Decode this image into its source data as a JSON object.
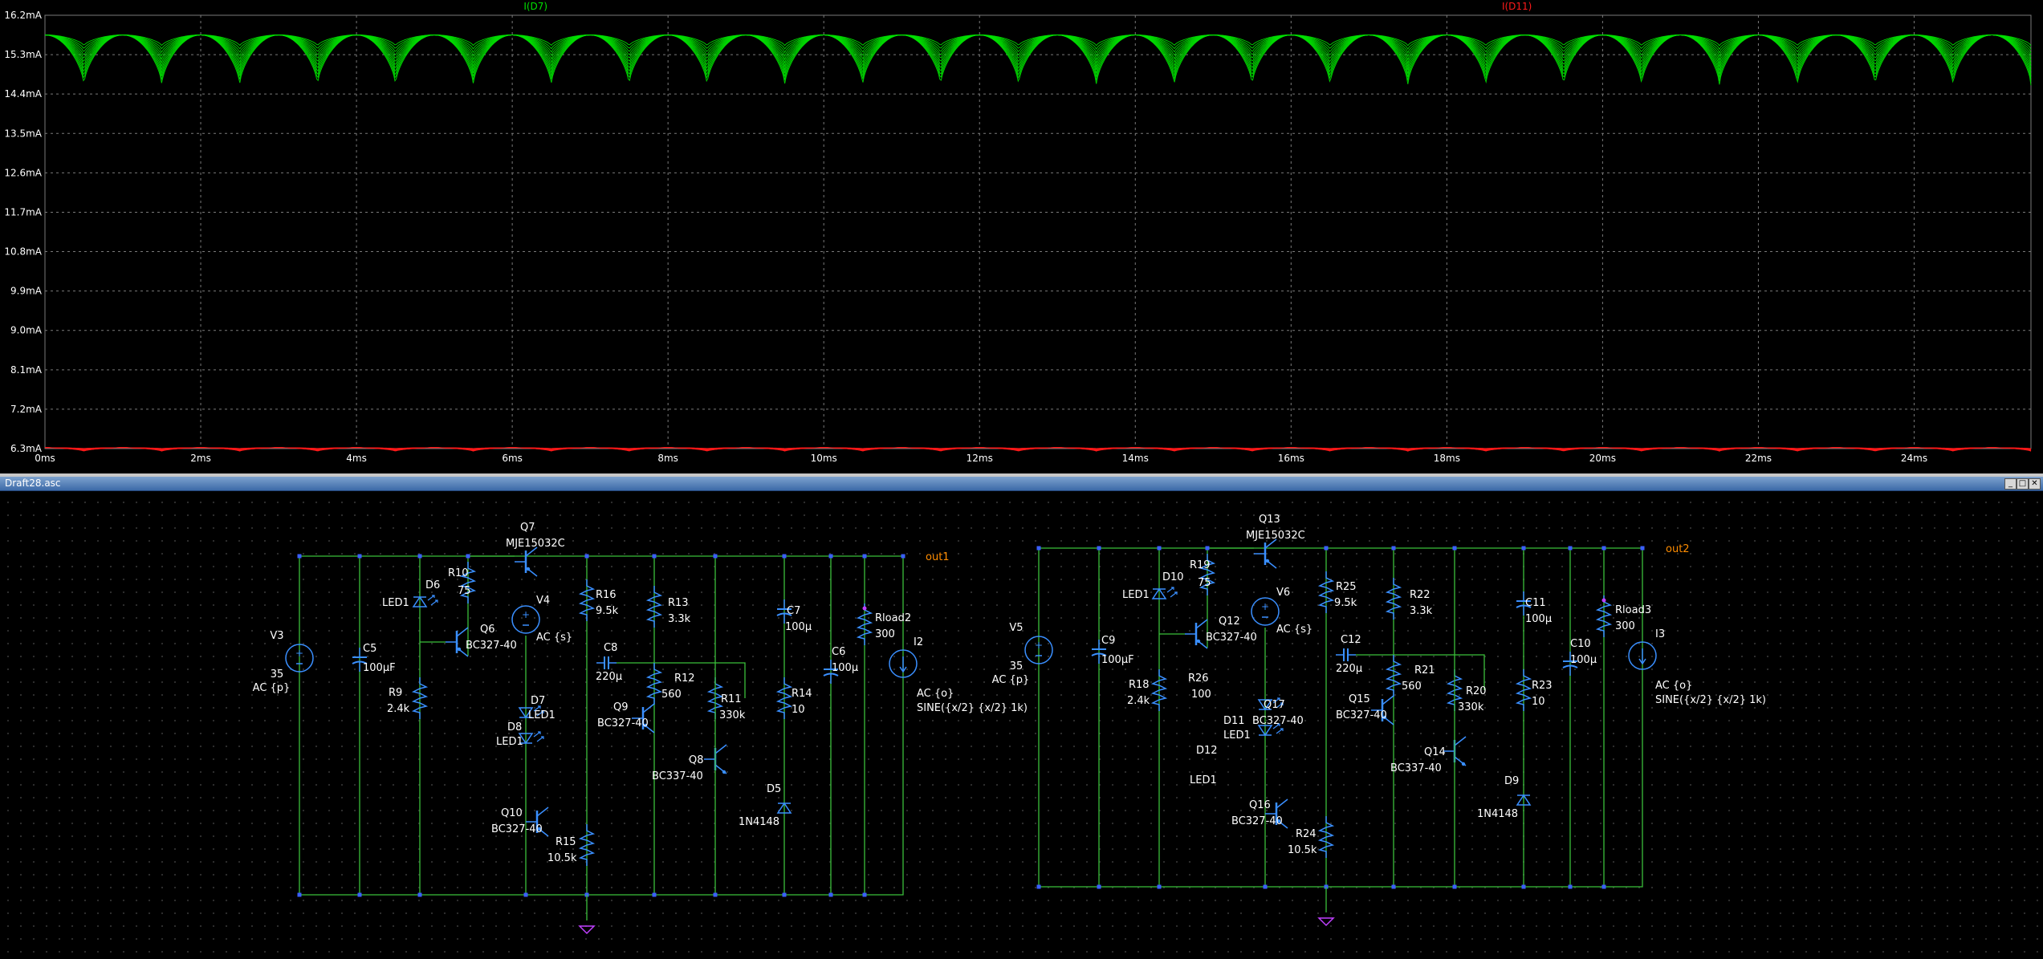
{
  "plot": {
    "traces": [
      {
        "label": "I(D7)",
        "color": "#00e000"
      },
      {
        "label": "I(D11)",
        "color": "#ff1a1a"
      }
    ],
    "y_ticks": [
      "16.2mA",
      "15.3mA",
      "14.4mA",
      "13.5mA",
      "12.6mA",
      "11.7mA",
      "10.8mA",
      "9.9mA",
      "9.0mA",
      "8.1mA",
      "7.2mA",
      "6.3mA"
    ],
    "x_ticks": [
      "0ms",
      "2ms",
      "4ms",
      "6ms",
      "8ms",
      "10ms",
      "12ms",
      "14ms",
      "16ms",
      "18ms",
      "20ms",
      "22ms",
      "24ms"
    ],
    "colors": {
      "background": "#000000",
      "grid": "#7a7a7a",
      "axis_text": "#ffffff"
    }
  },
  "chart_data": {
    "type": "line",
    "title": "",
    "xlabel": "",
    "ylabel": "",
    "x_unit": "ms",
    "y_unit": "mA",
    "xlim": [
      0,
      25.5
    ],
    "ylim": [
      6.3,
      16.2
    ],
    "grid": true,
    "ripple_period_ms": 1,
    "series": [
      {
        "name": "I(D7)",
        "color": "#00e000",
        "family_count": 12,
        "peak_mA": 15.75,
        "trough_min_mA": 14.6,
        "trough_max_mA": 15.5
      },
      {
        "name": "I(D11)",
        "color": "#ff1a1a",
        "family_count": 12,
        "peak_mA": 6.32,
        "trough_min_mA": 6.24,
        "trough_max_mA": 6.3
      }
    ]
  },
  "schematic_window": {
    "title": "Draft28.asc",
    "buttons": {
      "minimize": "_",
      "maximize": "□",
      "close": "✕"
    },
    "colors": {
      "wire": "#3bbf3b",
      "component": "#3a8fff",
      "label": "#ffffff",
      "net": "#ff8c00",
      "ground": "#c040ff",
      "junction": "#3a5fff"
    }
  },
  "circuit1": {
    "V3": [
      "V3",
      "35",
      "AC {p}"
    ],
    "C5": [
      "C5",
      "100µF"
    ],
    "R9": [
      "R9",
      "2.4k"
    ],
    "D6": [
      "D6",
      "LED1"
    ],
    "R10": [
      "R10",
      "75"
    ],
    "Q6": [
      "Q6",
      "BC327-40"
    ],
    "Q7": [
      "Q7",
      "MJE15032C"
    ],
    "V4": [
      "V4",
      "AC {s}"
    ],
    "D7": [
      "D7",
      "LED1"
    ],
    "D8": [
      "D8",
      "LED1"
    ],
    "Q10": [
      "Q10",
      "BC327-40"
    ],
    "R15": [
      "R15",
      "10.5k"
    ],
    "R16": [
      "R16",
      "9.5k"
    ],
    "C8": [
      "C8",
      "220µ"
    ],
    "Q9": [
      "Q9",
      "BC327-40"
    ],
    "R13": [
      "R13",
      "3.3k"
    ],
    "R12": [
      "R12",
      "560"
    ],
    "R11": [
      "R11",
      "330k"
    ],
    "Q8": [
      "Q8",
      "BC337-40"
    ],
    "C7": [
      "C7",
      "100µ"
    ],
    "R14": [
      "R14",
      "10"
    ],
    "D5": [
      "D5",
      "1N4148"
    ],
    "C6": [
      "C6",
      "100µ"
    ],
    "Rload2": [
      "Rload2",
      "300"
    ],
    "I2": [
      "I2",
      "AC {o}",
      "SINE({x/2} {x/2} 1k)"
    ],
    "net": "out1"
  },
  "circuit2": {
    "V5": [
      "V5",
      "35",
      "AC {p}"
    ],
    "C9": [
      "C9",
      "100µF"
    ],
    "R18": [
      "R18",
      "2.4k"
    ],
    "D10": [
      "D10",
      "LED1"
    ],
    "R19": [
      "R19",
      "75"
    ],
    "Q12": [
      "Q12",
      "BC327-40"
    ],
    "Q13": [
      "Q13",
      "MJE15032C"
    ],
    "V6": [
      "V6",
      "AC {s}"
    ],
    "R26": [
      "R26",
      "100"
    ],
    "D11": [
      "D11",
      "LED1"
    ],
    "D12": [
      "D12",
      "LED1"
    ],
    "Q17": [
      "Q17",
      "BC327-40"
    ],
    "Q16": [
      "Q16",
      "BC327-40"
    ],
    "R24": [
      "R24",
      "10.5k"
    ],
    "R25": [
      "R25",
      "9.5k"
    ],
    "C12": [
      "C12",
      "220µ"
    ],
    "Q15": [
      "Q15",
      "BC327-40"
    ],
    "R22": [
      "R22",
      "3.3k"
    ],
    "R21": [
      "R21",
      "560"
    ],
    "R20": [
      "R20",
      "330k"
    ],
    "Q14": [
      "Q14",
      "BC337-40"
    ],
    "C11": [
      "C11",
      "100µ"
    ],
    "R23": [
      "R23",
      "10"
    ],
    "D9": [
      "D9",
      "1N4148"
    ],
    "C10": [
      "C10",
      "100µ"
    ],
    "Rload3": [
      "Rload3",
      "300"
    ],
    "I3": [
      "I3",
      "AC {o}",
      "SINE({x/2} {x/2} 1k)"
    ],
    "net": "out2"
  }
}
